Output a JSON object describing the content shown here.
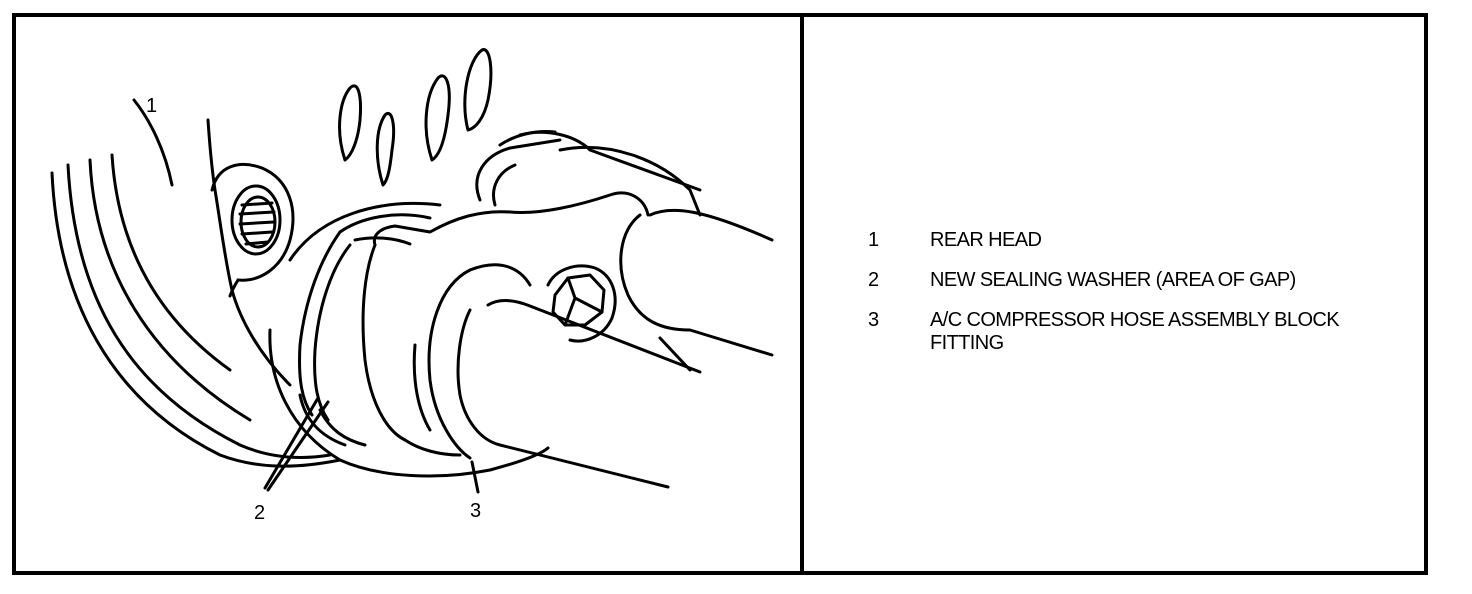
{
  "illustration": {
    "callouts": [
      {
        "id": "1",
        "text": "1"
      },
      {
        "id": "2",
        "text": "2"
      },
      {
        "id": "3",
        "text": "3"
      }
    ]
  },
  "legend": {
    "items": [
      {
        "number": "1",
        "label": "REAR HEAD"
      },
      {
        "number": "2",
        "label": "NEW SEALING WASHER (AREA OF GAP)"
      },
      {
        "number": "3",
        "label": "A/C COMPRESSOR HOSE ASSEMBLY BLOCK FITTING"
      }
    ]
  }
}
